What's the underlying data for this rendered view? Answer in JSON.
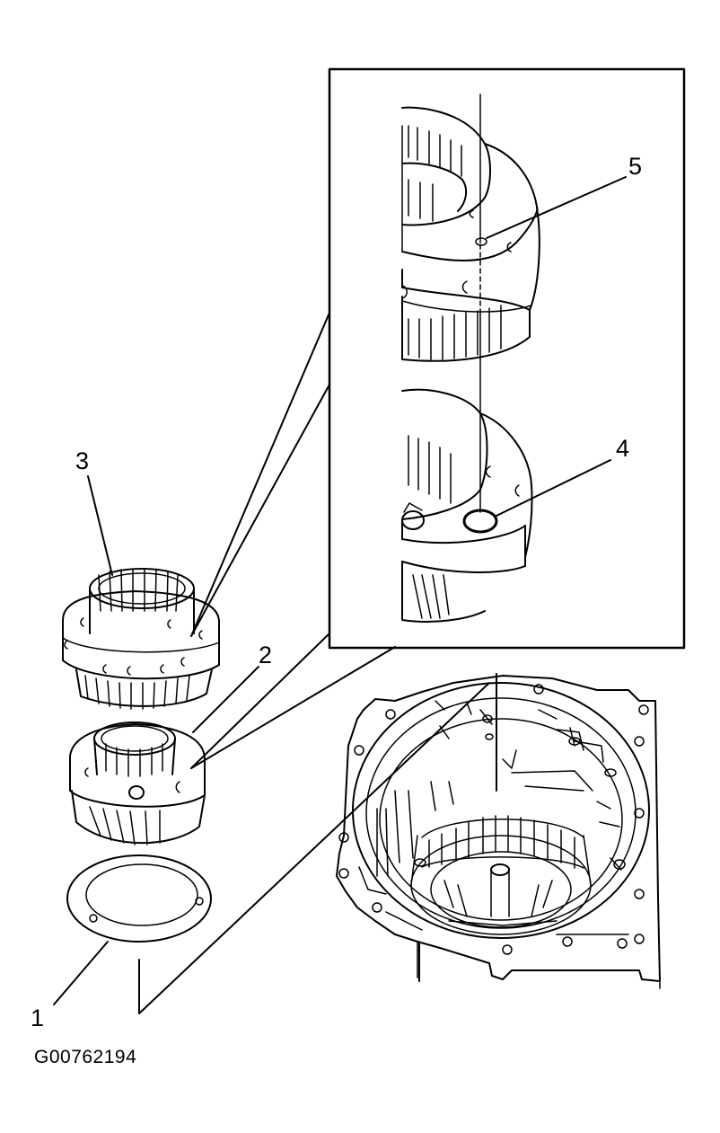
{
  "callouts": {
    "c1": "1",
    "c2": "2",
    "c3": "3",
    "c4": "4",
    "c5": "5"
  },
  "figure_id": "G00762194",
  "colors": {
    "ink": "#000000",
    "paper": "#ffffff"
  }
}
